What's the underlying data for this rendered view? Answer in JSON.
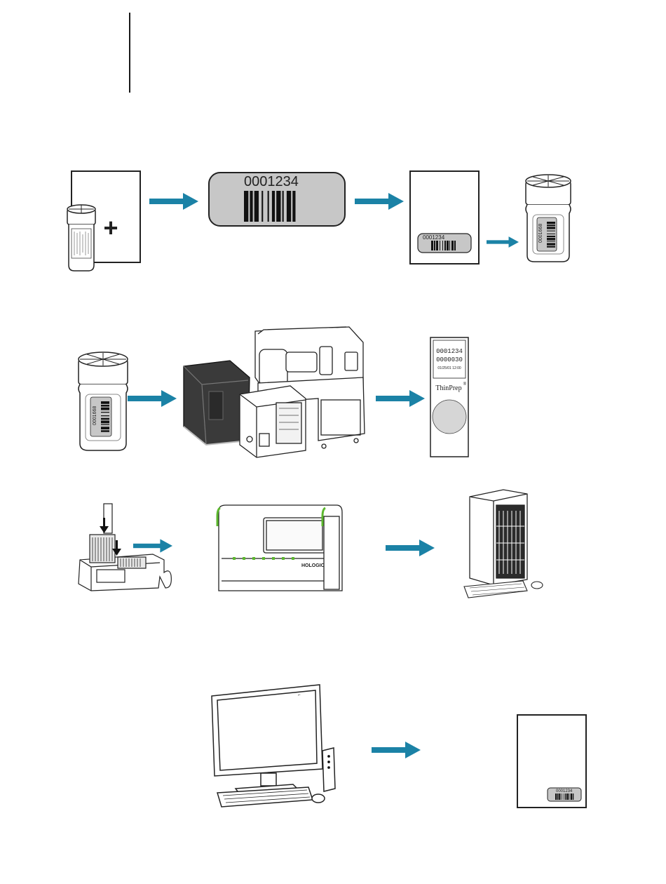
{
  "colors": {
    "arrow": "#1b82a6",
    "label_gray": "#c7c7c7",
    "margin_rule": "#1a1a1a"
  },
  "step1": {
    "plus_symbol": "+",
    "barcode_label_number": "0001234",
    "request_form_barcode_number": "0001234",
    "vial_label_number": "0001668"
  },
  "step2": {
    "vial_label_number": "0001668",
    "slide_line1": "0001234",
    "slide_line2": "0000030",
    "slide_line3": "01/25/01 12:00",
    "slide_brand": "ThinPrep",
    "slide_brand_mark": "®"
  },
  "step3": {
    "imager_brand": "HOLOGIC"
  },
  "step4": {
    "report_barcode_number": "0001234"
  },
  "icons": [
    "arrow-right-icon"
  ]
}
